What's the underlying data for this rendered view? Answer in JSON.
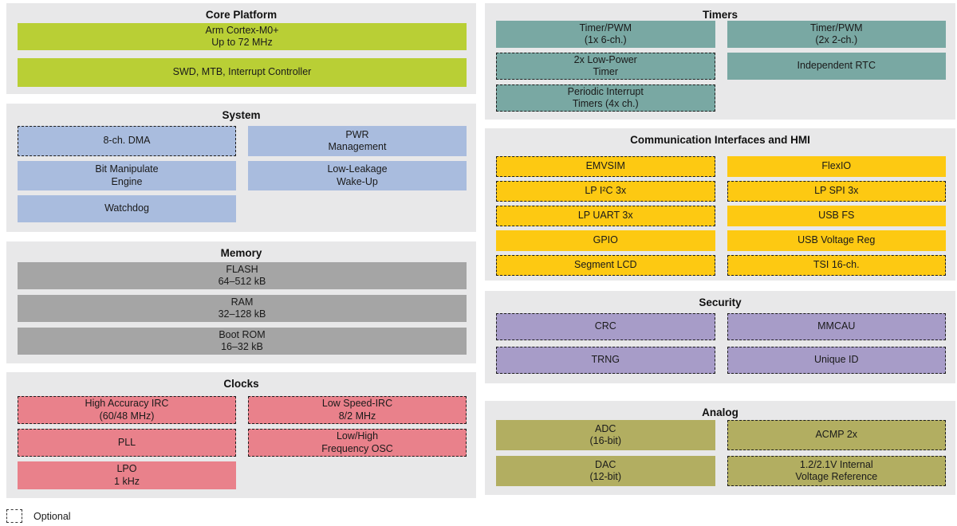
{
  "legend": {
    "label": "Optional"
  },
  "colors": {
    "panel_background": "#e8e8e9",
    "core_platform": "#b9cf35",
    "system": "#a9bcde",
    "memory": "#a5a5a5",
    "clocks": "#e9818b",
    "timers": "#79a8a3",
    "communication": "#fdc912",
    "security": "#a79cc8",
    "analog": "#b2ae61"
  },
  "sections": {
    "core_platform": {
      "title": "Core Platform",
      "blocks": {
        "cortex": "Arm Cortex-M0+\nUp to 72 MHz",
        "swd": "SWD, MTB, Interrupt Controller"
      }
    },
    "system": {
      "title": "System",
      "blocks": {
        "dma": "8-ch. DMA",
        "pwr": "PWR\nManagement",
        "bme": "Bit Manipulate\nEngine",
        "llwu": "Low-Leakage\nWake-Up",
        "watchdog": "Watchdog"
      }
    },
    "memory": {
      "title": "Memory",
      "blocks": {
        "flash": "FLASH\n64–512 kB",
        "ram": "RAM\n32–128 kB",
        "bootrom": "Boot ROM\n16–32 kB"
      }
    },
    "clocks": {
      "title": "Clocks",
      "blocks": {
        "hirc": "High Accuracy IRC\n(60/48 MHz)",
        "lirc": "Low Speed-IRC\n8/2 MHz",
        "pll": "PLL",
        "osc": "Low/High\nFrequency OSC",
        "lpo": "LPO\n1 kHz"
      }
    },
    "timers": {
      "title": "Timers",
      "blocks": {
        "tpm6": "Timer/PWM\n(1x 6-ch.)",
        "tpm2": "Timer/PWM\n(2x 2-ch.)",
        "lptmr": "2x Low-Power\nTimer",
        "rtc": "Independent RTC",
        "pit": "Periodic Interrupt\nTimers (4x ch.)"
      }
    },
    "communication": {
      "title": "Communication Interfaces and HMI",
      "blocks": {
        "emvsim": "EMVSIM",
        "flexio": "FlexIO",
        "lpi2c": "LP I²C 3x",
        "lpspi": "LP SPI 3x",
        "lpuart": "LP UART 3x",
        "usbfs": "USB FS",
        "gpio": "GPIO",
        "usbreg": "USB Voltage Reg",
        "slcd": "Segment LCD",
        "tsi": "TSI 16-ch."
      }
    },
    "security": {
      "title": "Security",
      "blocks": {
        "crc": "CRC",
        "mmcau": "MMCAU",
        "trng": "TRNG",
        "uid": "Unique ID"
      }
    },
    "analog": {
      "title": "Analog",
      "blocks": {
        "adc": "ADC\n(16-bit)",
        "acmp": "ACMP 2x",
        "dac": "DAC\n(12-bit)",
        "vref": "1.2/2.1V Internal\nVoltage Reference"
      }
    }
  }
}
